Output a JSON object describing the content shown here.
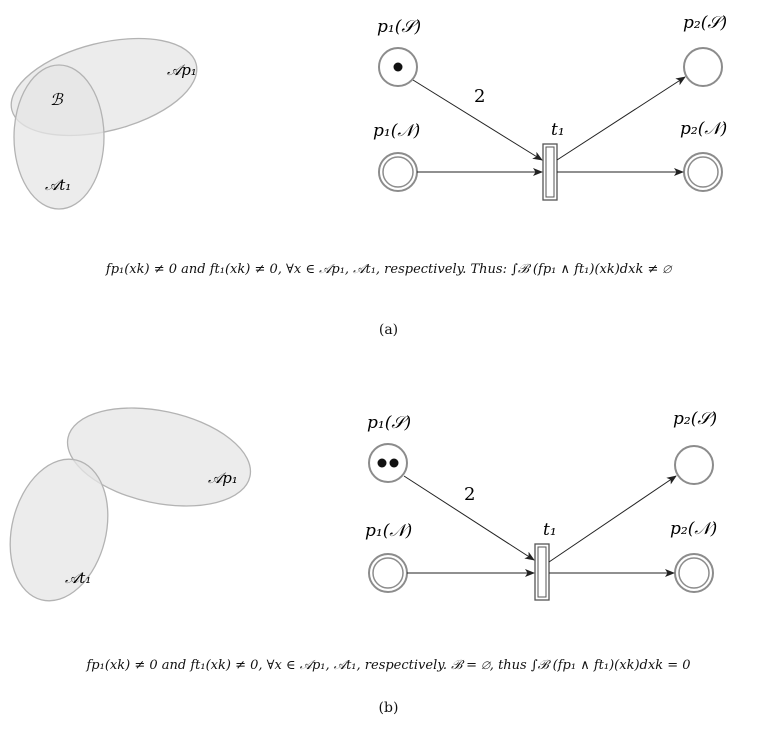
{
  "panel_a": {
    "set_labels": {
      "A_p1": "𝒜p₁",
      "B": "ℬ",
      "A_t1": "𝒜t₁"
    },
    "places": {
      "p1_S": "p₁(𝒮)",
      "p1_N": "p₁(𝒩)",
      "p2_S": "p₂(𝒮)",
      "p2_N": "p₂(𝒩)"
    },
    "transition": "t₁",
    "arc_weight": "2",
    "tokens": 1,
    "formula": "fp₁(xk) ≠ 0 and ft₁(xk) ≠ 0,  ∀x ∈ 𝒜p₁, 𝒜t₁, respectively. Thus: ∫ℬ (fp₁ ∧ ft₁)(xk)dxk ≠ ∅",
    "caption": "(a)"
  },
  "panel_b": {
    "set_labels": {
      "A_p1": "𝒜p₁",
      "A_t1": "𝒜t₁"
    },
    "places": {
      "p1_S": "p₁(𝒮)",
      "p1_N": "p₁(𝒩)",
      "p2_S": "p₂(𝒮)",
      "p2_N": "p₂(𝒩)"
    },
    "transition": "t₁",
    "arc_weight": "2",
    "tokens": 2,
    "formula": "fp₁(xk) ≠ 0 and ft₁(xk) ≠ 0,  ∀x ∈ 𝒜p₁, 𝒜t₁, respectively. ℬ = ∅, thus ∫ℬ (fp₁ ∧ ft₁)(xk)dxk = 0",
    "caption": "(b)"
  },
  "colors": {
    "ellipse_fill": "#e6e6e6",
    "ellipse_stroke": "#b3b3b3",
    "place_stroke": "#8c8c8c",
    "arc": "#222222"
  }
}
